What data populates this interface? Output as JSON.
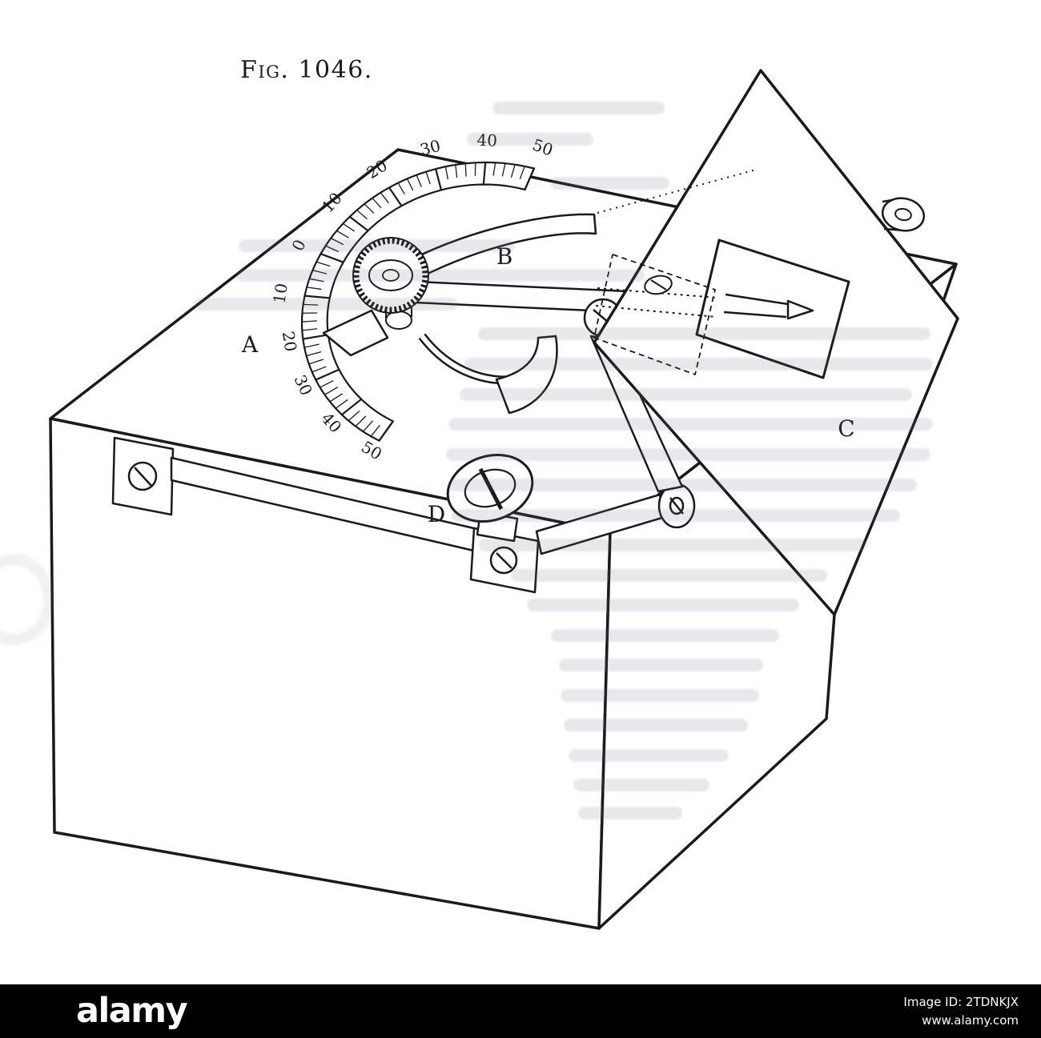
{
  "figure": {
    "caption": "Fig. 1046.",
    "part_labels": {
      "A": "A",
      "B": "B",
      "C": "C",
      "D": "D"
    }
  },
  "instrument_scale": {
    "labels": [
      "50",
      "40",
      "30",
      "20",
      "10",
      "0",
      "10",
      "20",
      "30",
      "40",
      "50"
    ]
  },
  "watermark": {
    "brand": "alamy",
    "image_id_label": "Image ID:",
    "image_id": "2TDNKJX",
    "url": "www.alamy.com"
  }
}
